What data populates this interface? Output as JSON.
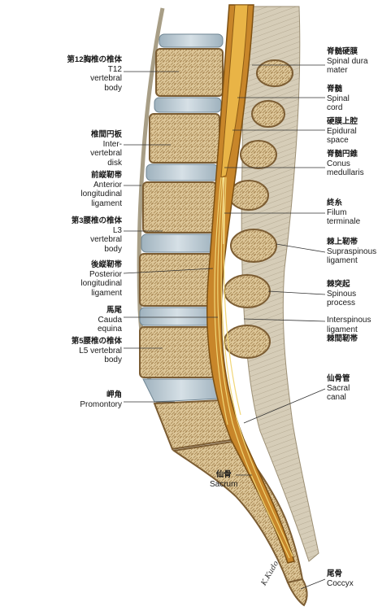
{
  "left_labels": [
    {
      "id": "t12",
      "ja": "第12胸椎の椎体",
      "en": "T12\nvertebral\nbody"
    },
    {
      "id": "disk",
      "ja": "椎間円板",
      "en": "Inter-\nvertebral\ndisk"
    },
    {
      "id": "all",
      "ja": "前縦靭帯",
      "en": "Anterior\nlongitudinal\nligament"
    },
    {
      "id": "l3",
      "ja": "第3腰椎の椎体",
      "en": "L3\nvertebral\nbody"
    },
    {
      "id": "pll",
      "ja": "後縦靭帯",
      "en": "Posterior\nlongitudinal\nligament"
    },
    {
      "id": "cauda",
      "ja": "馬尾",
      "en": "Cauda\nequina"
    },
    {
      "id": "l5",
      "ja": "第5腰椎の椎体",
      "en": "L5 vertebral\nbody"
    },
    {
      "id": "promontory",
      "ja": "岬角",
      "en": "Promontory"
    },
    {
      "id": "sacrum",
      "ja": "仙骨",
      "en": "Sacrum"
    }
  ],
  "right_labels": [
    {
      "id": "dura",
      "ja": "脊髄硬膜",
      "en": "Spinal dura\nmater"
    },
    {
      "id": "cord",
      "ja": "脊髄",
      "en": "Spinal\ncord"
    },
    {
      "id": "epidural",
      "ja": "硬膜上腔",
      "en": "Epidural\nspace"
    },
    {
      "id": "conus",
      "ja": "脊髄円錐",
      "en": "Conus\nmedullaris"
    },
    {
      "id": "filum",
      "ja": "終糸",
      "en": "Filum\nterminale"
    },
    {
      "id": "supraspinous",
      "ja": "棘上靭帯",
      "en": "Supraspinous\nligament"
    },
    {
      "id": "spinous",
      "ja": "棘突起",
      "en": "Spinous\nprocess"
    },
    {
      "id": "interspinous",
      "ja": "",
      "en": "Interspinous\nligament"
    },
    {
      "id": "interspinous_ja",
      "ja": "棘間靭帯",
      "en": ""
    },
    {
      "id": "sacral_canal",
      "ja": "仙骨管",
      "en": "Sacral\ncanal"
    },
    {
      "id": "coccyx",
      "ja": "尾骨",
      "en": "Coccyx"
    }
  ],
  "colors": {
    "bone": "#d9c290",
    "bone_dark": "#8a6a3c",
    "disk": "#b7c6cf",
    "cord": "#d79a2b",
    "dura": "#c8862a",
    "nerve": "#e7c45a",
    "ligament": "#cfc6b2",
    "leader": "#333333"
  },
  "signature": "K.Kudo"
}
